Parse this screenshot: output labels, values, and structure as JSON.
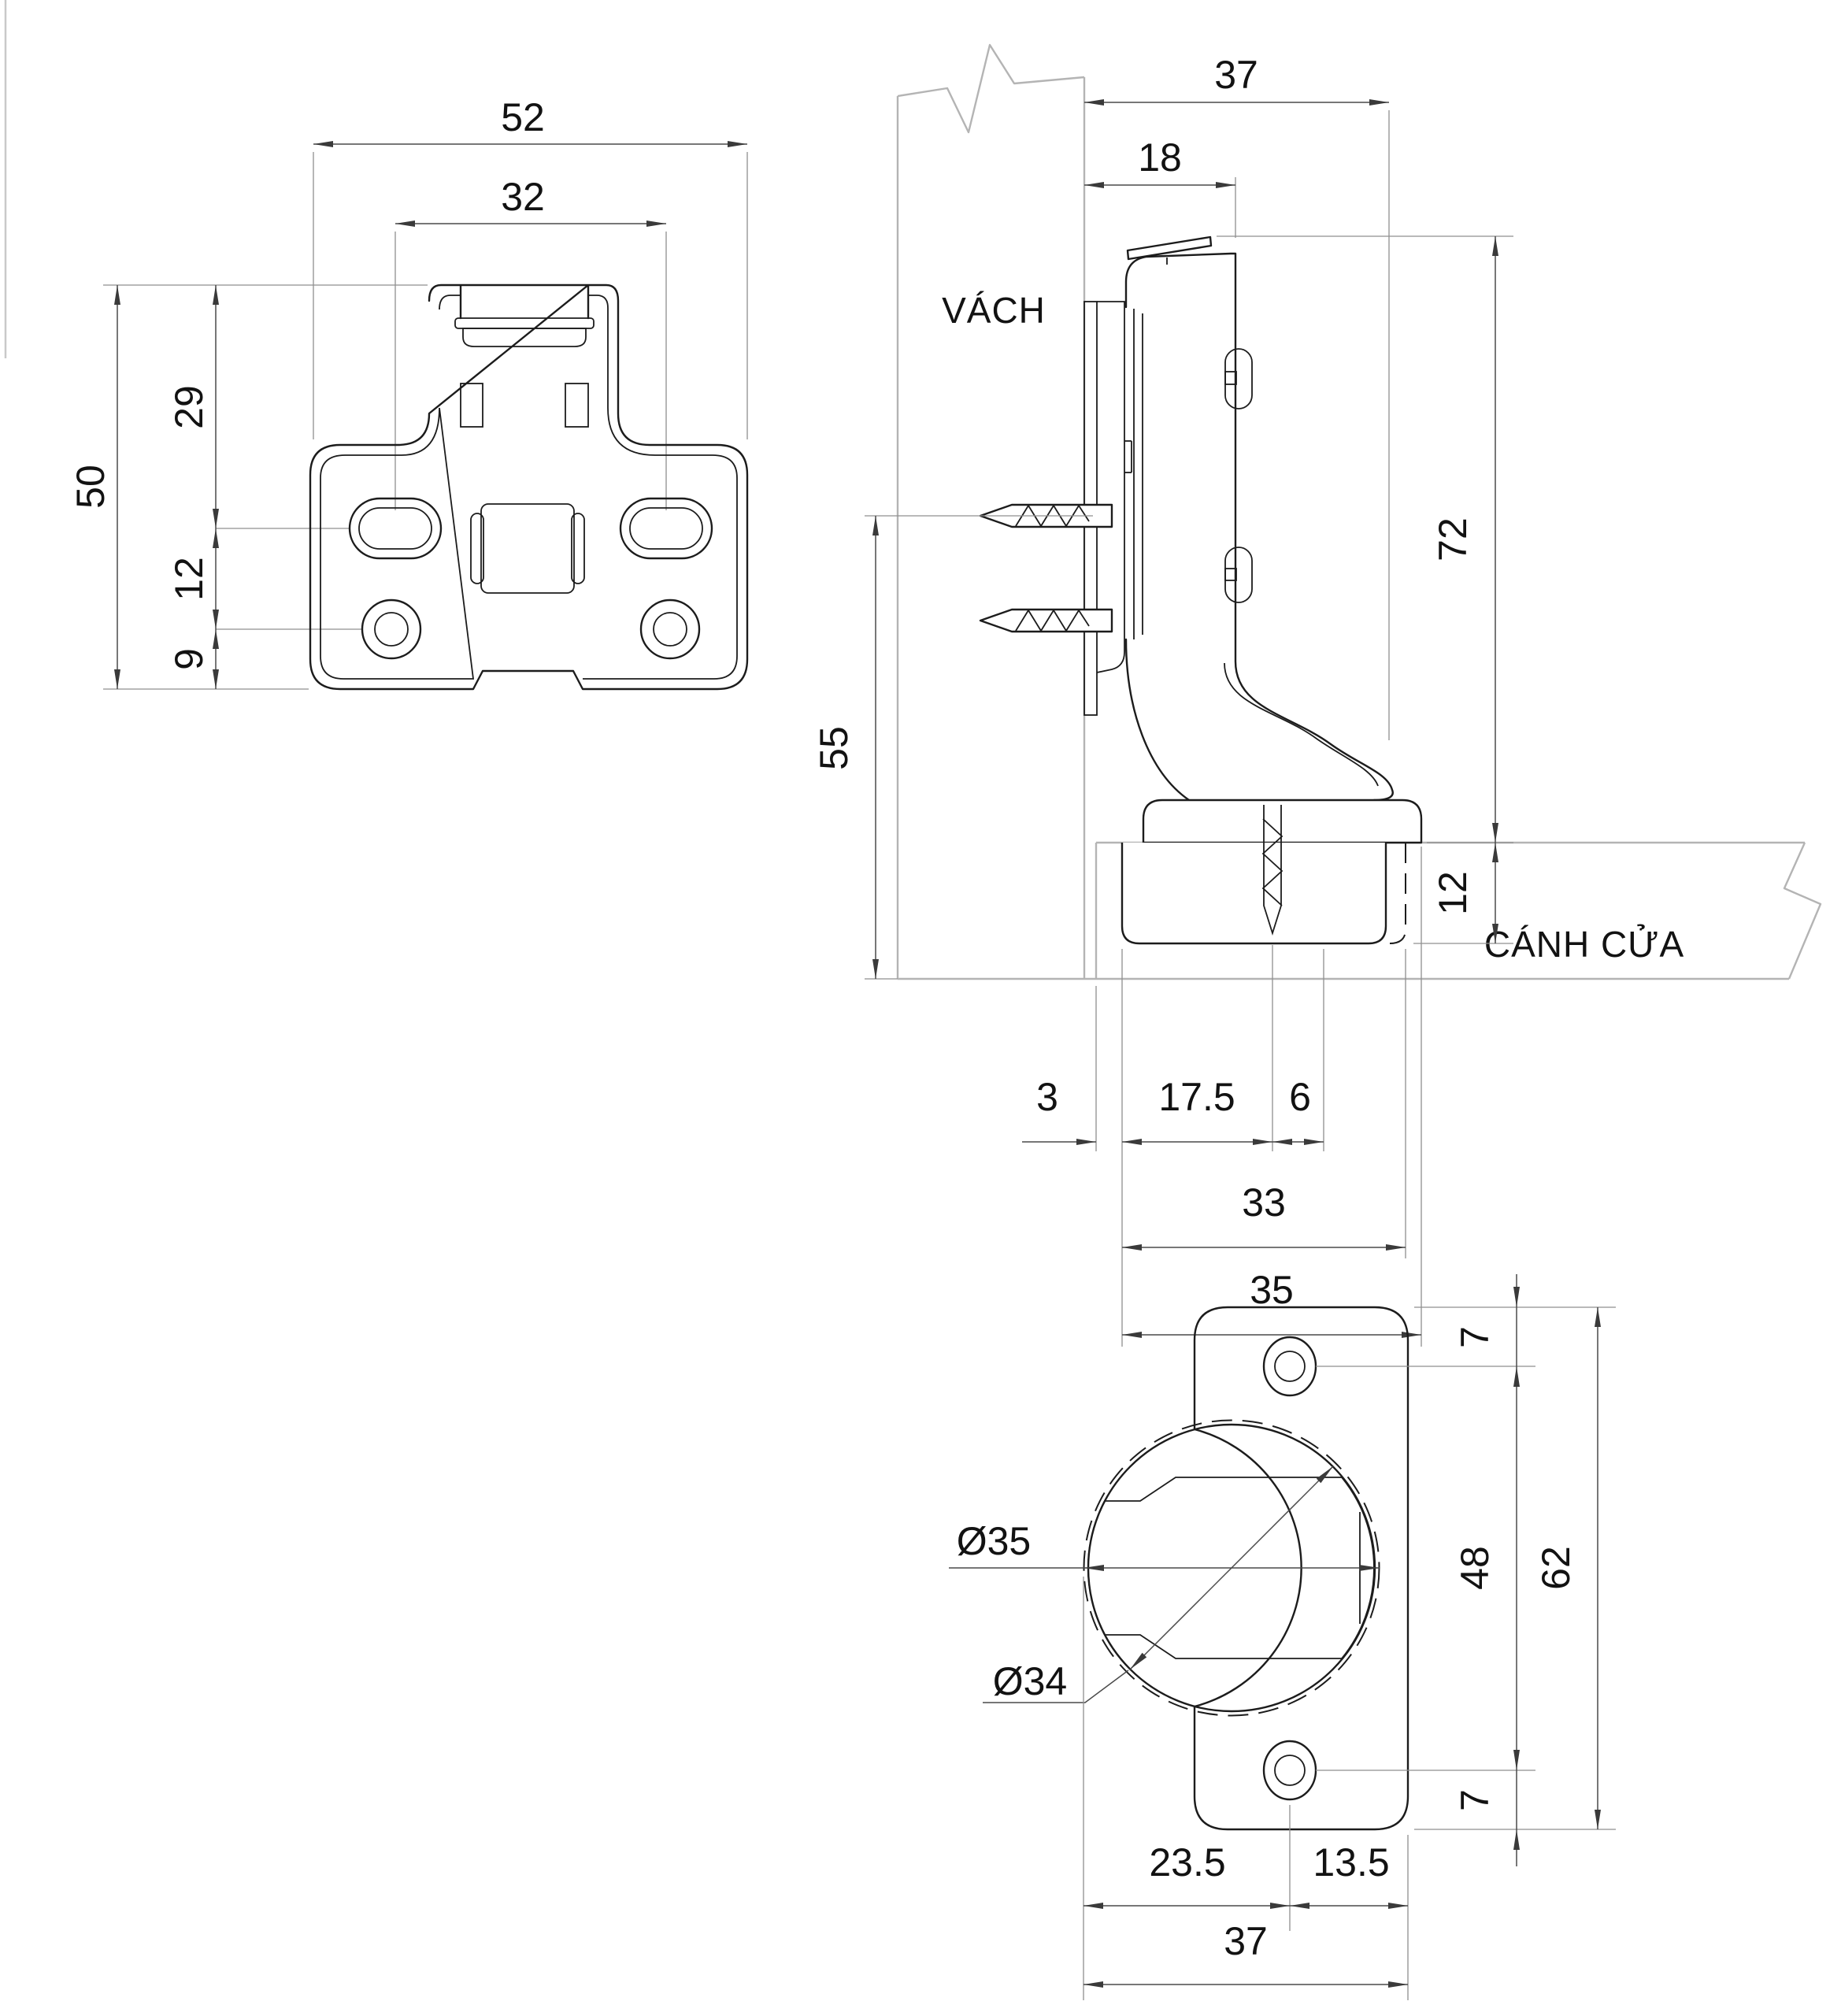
{
  "labels": {
    "wall": "VÁCH",
    "door": "CÁNH CỬA"
  },
  "front_view": {
    "width_outer": "52",
    "width_holes": "32",
    "height_total": "50",
    "seg_top": "29",
    "seg_mid": "12",
    "seg_bottom": "9"
  },
  "side_view": {
    "depth_total": "37",
    "depth_arm": "18",
    "height_total": "72",
    "screw_axis_to_bottom": "55",
    "cup_depth": "12",
    "door_gap": "3",
    "edge_to_screw": "17.5",
    "screw_offset": "6",
    "cup_width": "33",
    "flange_width": "35"
  },
  "cup_view": {
    "bore_dia": "Ø35",
    "cup_dia": "Ø34",
    "hole_top_offset": "7",
    "hole_span": "48",
    "height_total": "62",
    "hole_bottom_offset": "7",
    "left_span": "23.5",
    "right_span": "13.5",
    "width_total": "37"
  }
}
